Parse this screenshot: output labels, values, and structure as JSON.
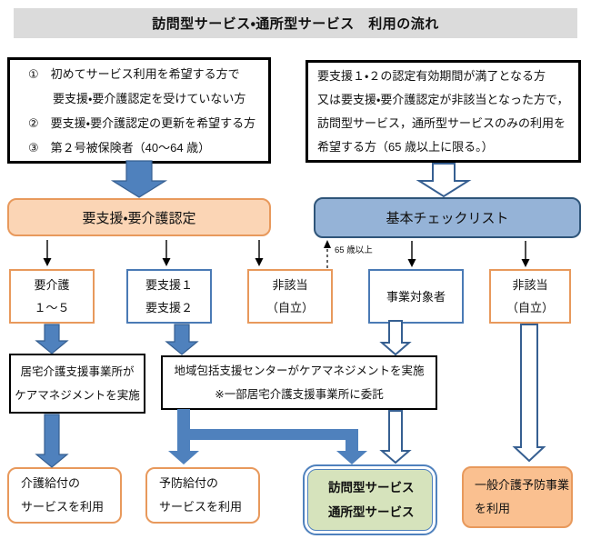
{
  "title": "訪問型サービス・通所型サービス　利用の流れ",
  "entry_left": {
    "lines": [
      "①　初めてサービス利用を希望する方で",
      "要支援・要介護認定を受けていない方",
      "②　要支援・要介護認定の更新を希望する方",
      "③　第２号被保険者（40～64 歳）"
    ]
  },
  "entry_right": {
    "lines": [
      "要支援１・２の認定有効期間が満了となる方",
      "又は要支援・要介護認定が非該当となった方で，",
      "訪問型サービス，通所型サービスのみの利用を",
      "希望する方（65 歳以上に限る。）"
    ]
  },
  "certification": {
    "label": "要支援・要介護認定"
  },
  "checklist": {
    "label": "基本チェックリスト"
  },
  "age_note": "65 歳以上",
  "outcome_yokaigo": {
    "lines": [
      "要介護",
      "１～５"
    ]
  },
  "outcome_yoshien": {
    "lines": [
      "要支援１",
      "要支援２"
    ]
  },
  "outcome_higaito_left": {
    "lines": [
      "非該当",
      "（自立）"
    ]
  },
  "outcome_jigyo": {
    "label": "事業対象者"
  },
  "outcome_higaito_right": {
    "lines": [
      "非該当",
      "（自立）"
    ]
  },
  "care_mgmt_kyotaku": {
    "lines": [
      "居宅介護支援事業所が",
      "ケアマネジメントを実施"
    ]
  },
  "care_mgmt_chiiki": {
    "lines": [
      "地域包括支援センターがケアマネジメントを実施",
      "※一部居宅介護支援事業所に委託"
    ]
  },
  "result_kaigo": {
    "lines": [
      "介護給付の",
      "サービスを利用"
    ]
  },
  "result_yobo": {
    "lines": [
      "予防給付の",
      "サービスを利用"
    ]
  },
  "result_homon": {
    "lines": [
      "訪問型サービス",
      "通所型サービス"
    ]
  },
  "result_ippan": {
    "lines": [
      "一般介護予防事業",
      "を利用"
    ]
  },
  "colors": {
    "title_bg": "#dbdbdb",
    "orange_border": "#e8995c",
    "orange_fill": "#fbd5b5",
    "peach_fill": "#fac090",
    "blue_fill": "#95b3d7",
    "blue_border": "#2f5579",
    "small_blue_border": "#4a7ab5",
    "arrow_blue": "#4f81bd",
    "arrow_outline": "#365f91",
    "green_fill": "#d6e3bc"
  }
}
